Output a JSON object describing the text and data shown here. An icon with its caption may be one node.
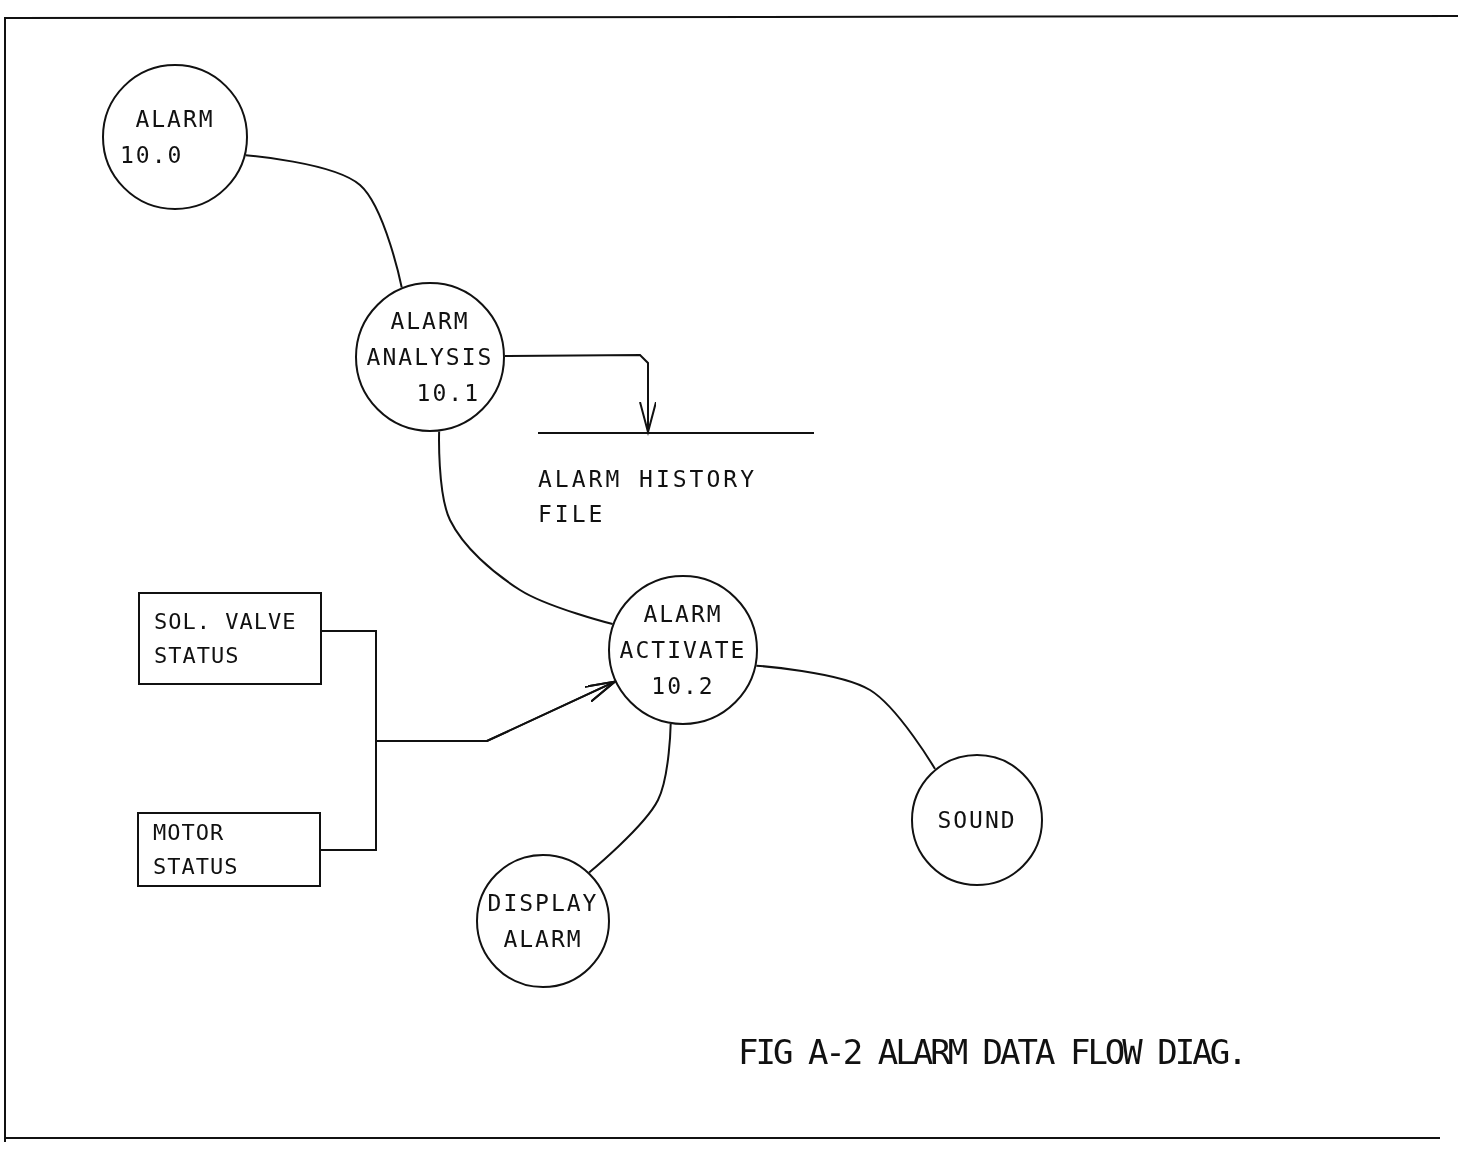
{
  "diagram": {
    "caption": "FIG A-2 ALARM DATA FLOW DIAG.",
    "nodes": [
      {
        "text": [
          "ALARM",
          "10.0"
        ]
      },
      {
        "text": [
          "ALARM ANALYSIS",
          "10.1"
        ]
      },
      {
        "text": [
          "ALARM HISTORY FILE"
        ]
      },
      {
        "text": [
          "SOL. VALVE STATUS"
        ]
      },
      {
        "text": [
          "ALARM ACTIVATE",
          "10.2"
        ]
      },
      {
        "text": [
          "MOTOR STATUS"
        ]
      },
      {
        "text": [
          "SOUND"
        ]
      },
      {
        "text": [
          "DISPLAY ALARM"
        ]
      }
    ],
    "edges": [
      {
        "from": 0,
        "to": 1,
        "arrow": "none"
      },
      {
        "from": 1,
        "to": 2,
        "arrow": "to"
      },
      {
        "from": 1,
        "to": 4,
        "arrow": "none"
      },
      {
        "from": 3,
        "to": 4,
        "arrow": "to"
      },
      {
        "from": 5,
        "to": 4,
        "arrow": "to"
      },
      {
        "from": 4,
        "to": 6,
        "arrow": "none"
      },
      {
        "from": 4,
        "to": 7,
        "arrow": "none"
      }
    ]
  }
}
